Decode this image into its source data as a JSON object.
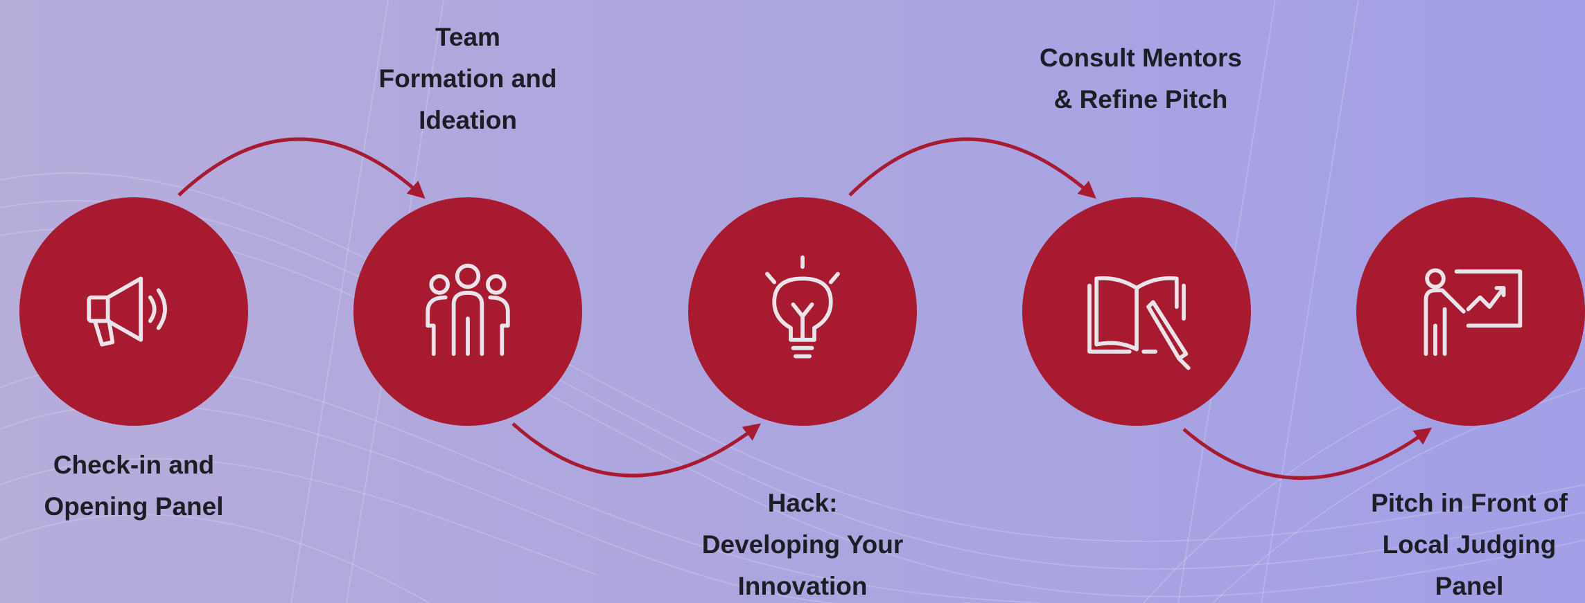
{
  "colors": {
    "circle": "#a71a2f",
    "connector": "#a71a2f",
    "icon_stroke": "#e9e3ea",
    "label_text": "#1d1d26"
  },
  "steps": [
    {
      "icon": "megaphone-icon",
      "label_lines": [
        "Check-in and",
        "Opening Panel"
      ]
    },
    {
      "icon": "team-icon",
      "label_lines": [
        "Team",
        "Formation and",
        "Ideation"
      ]
    },
    {
      "icon": "lightbulb-icon",
      "label_lines": [
        "Hack:",
        "Developing Your",
        "Innovation"
      ]
    },
    {
      "icon": "book-pen-icon",
      "label_lines": [
        "Consult Mentors",
        "& Refine Pitch"
      ]
    },
    {
      "icon": "presentation-icon",
      "label_lines": [
        "Pitch in Front of",
        "Local Judging",
        "Panel"
      ]
    }
  ]
}
